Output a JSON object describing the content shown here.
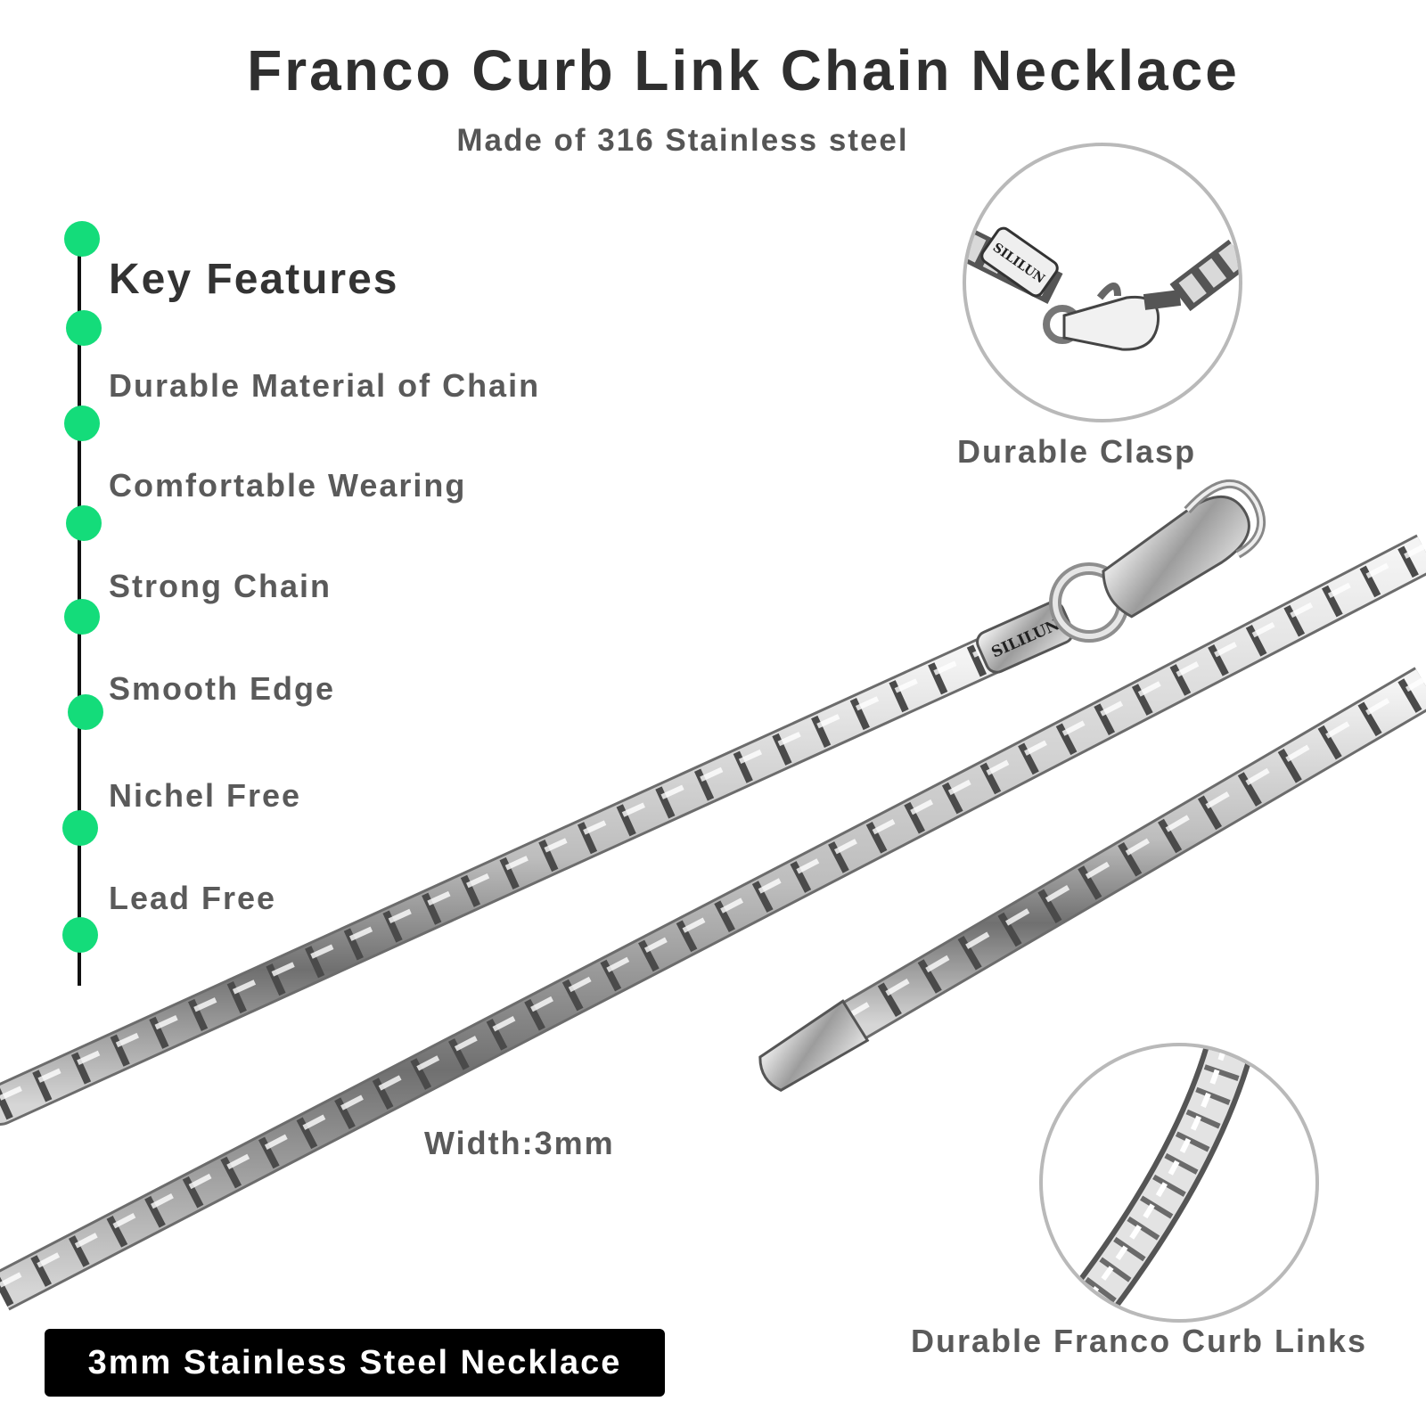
{
  "header": {
    "title": "Franco Curb Link Chain Necklace",
    "subtitle": "Made of 316 Stainless steel"
  },
  "features": {
    "heading": "Key Features",
    "items": [
      "Durable Material of Chain",
      "Comfortable Wearing",
      "Strong Chain",
      "Smooth Edge",
      "Nichel Free",
      "Lead Free"
    ]
  },
  "callouts": {
    "clasp_caption": "Durable Clasp",
    "links_caption": "Durable Franco Curb Links"
  },
  "product": {
    "brand_engraving": "SILILUN",
    "width_label": "Width:3mm",
    "banner": "3mm Stainless Steel Necklace"
  },
  "colors": {
    "timeline_dot": "#14dc7a",
    "timeline_line": "#111111",
    "banner_bg": "#000000",
    "circle_border": "#b9b9b9"
  }
}
